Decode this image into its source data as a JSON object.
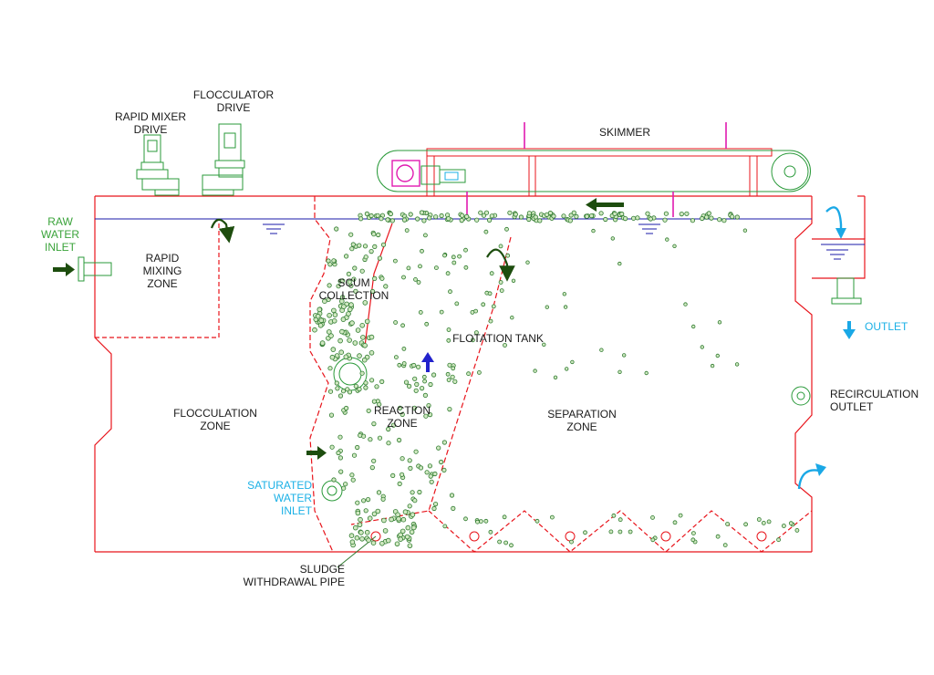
{
  "labels": {
    "rapid_mixer_drive": [
      "RAPID MIXER",
      "DRIVE"
    ],
    "flocculator_drive": [
      "FLOCCULATOR",
      "DRIVE"
    ],
    "skimmer": "SKIMMER",
    "raw_water_inlet": [
      "RAW",
      "WATER",
      "INLET"
    ],
    "rapid_mixing_zone": [
      "RAPID",
      "MIXING",
      "ZONE"
    ],
    "scum_collection": [
      "SCUM",
      "COLLECTION"
    ],
    "flotation_tank": "FLOTATION TANK",
    "outlet": "OUTLET",
    "flocculation_zone": [
      "FLOCCULATION",
      "ZONE"
    ],
    "reaction_zone": [
      "REACTION",
      "ZONE"
    ],
    "separation_zone": [
      "SEPARATION",
      "ZONE"
    ],
    "recirculation_outlet": [
      "RECIRCULATION",
      "OUTLET"
    ],
    "saturated_water_inlet": [
      "SATURATED",
      "WATER",
      "INLET"
    ],
    "sludge_withdrawal_pipe": [
      "SLUDGE",
      "WITHDRAWAL PIPE"
    ]
  },
  "colors": {
    "tank_outline": "#e8141b",
    "water_line": "#1a1aa8",
    "equipment": "#2a9a3a",
    "bubbles": "#2f7a2f",
    "skimmer_blade": "#e01ab0",
    "flow_arrow_dark": "#1d4d0e",
    "flow_arrow_blue": "#2222cc",
    "flow_arrow_cyan": "#1aa8e6",
    "text_green": "#3aa33a",
    "text_cyan": "#1ab0e6",
    "text_black": "#1a1a1a"
  }
}
